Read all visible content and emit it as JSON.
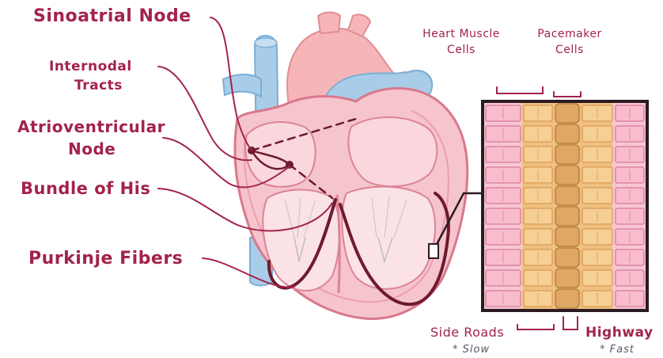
{
  "labels": {
    "sinoatrial_node": "Sinoatrial Node",
    "internodal_tracts_l1": "Internodal",
    "internodal_tracts_l2": "Tracts",
    "atrioventricular_l1": "Atrioventricular",
    "atrioventricular_l2": "Node",
    "bundle_of_his": "Bundle of His",
    "purkinje_fibers": "Purkinje Fibers",
    "heart_muscle_l1": "Heart Muscle",
    "heart_muscle_l2": "Cells",
    "pacemaker_l1": "Pacemaker",
    "pacemaker_l2": "Cells",
    "side_roads": "Side Roads",
    "side_roads_note": "* Slow",
    "highway": "Highway",
    "highway_note": "* Fast"
  },
  "colors": {
    "label": "#a3234a",
    "heart_fill": "#f6c4cc",
    "heart_outline": "#d9788c",
    "conduction": "#6e1a2e",
    "vessel_blue": "#a9cde8",
    "aorta_pink": "#f6b6b8",
    "muscle_cell": "#f5b2c6",
    "pacemaker_zone": "#efc07f",
    "pacemaker_cell": "#dfa765",
    "frame": "#2b1a22"
  }
}
